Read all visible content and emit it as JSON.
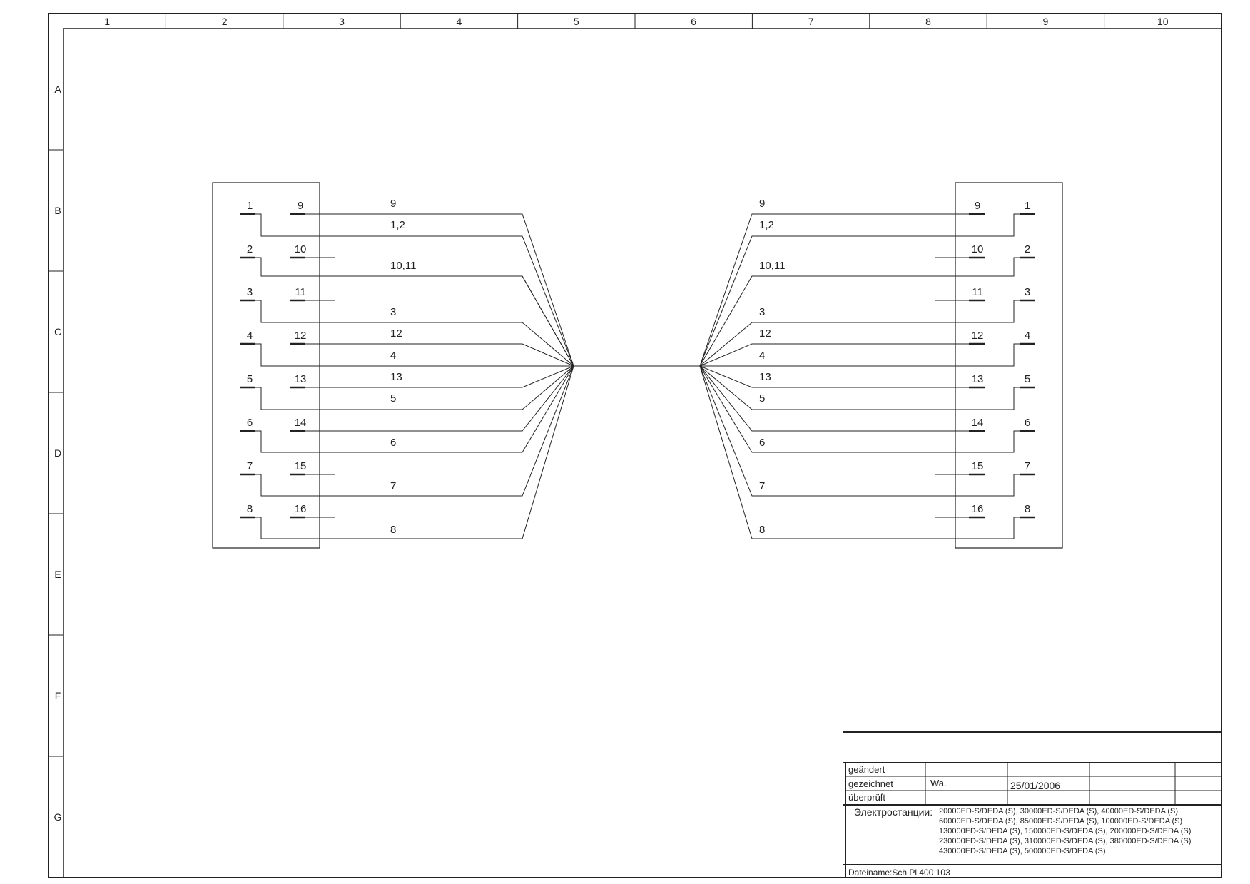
{
  "grid": {
    "columns": [
      "1",
      "2",
      "3",
      "4",
      "5",
      "6",
      "7",
      "8",
      "9",
      "10"
    ],
    "rows": [
      "A",
      "B",
      "C",
      "D",
      "E",
      "F",
      "G"
    ]
  },
  "left_connector": {
    "pairs": [
      [
        "1",
        "9"
      ],
      [
        "2",
        "10"
      ],
      [
        "3",
        "11"
      ],
      [
        "4",
        "12"
      ],
      [
        "5",
        "13"
      ],
      [
        "6",
        "14"
      ],
      [
        "7",
        "15"
      ],
      [
        "8",
        "16"
      ]
    ]
  },
  "right_connector": {
    "pairs": [
      [
        "9",
        "1"
      ],
      [
        "10",
        "2"
      ],
      [
        "11",
        "3"
      ],
      [
        "12",
        "4"
      ],
      [
        "13",
        "5"
      ],
      [
        "14",
        "6"
      ],
      [
        "15",
        "7"
      ],
      [
        "16",
        "8"
      ]
    ]
  },
  "wire_labels": [
    "9",
    "1,2",
    "10,11",
    "3",
    "12",
    "4",
    "13",
    "5",
    "6",
    "7",
    "8"
  ],
  "title_block": {
    "rows": [
      {
        "label": "geändert",
        "name": "",
        "date": ""
      },
      {
        "label": "gezeichnet",
        "name": "Wa.",
        "date": "25/01/2006"
      },
      {
        "label": "überprüft",
        "name": "",
        "date": ""
      }
    ],
    "stations_label": "Электростанции:",
    "stations": [
      "20000ED-S/DEDA (S), 30000ED-S/DEDA (S), 40000ED-S/DEDA (S)",
      "60000ED-S/DEDA (S), 85000ED-S/DEDA (S), 100000ED-S/DEDA (S)",
      "130000ED-S/DEDA (S), 150000ED-S/DEDA (S), 200000ED-S/DEDA (S)",
      "230000ED-S/DEDA (S), 310000ED-S/DEDA (S), 380000ED-S/DEDA (S)",
      "430000ED-S/DEDA (S), 500000ED-S/DEDA (S)"
    ],
    "filename": "Dateiname:Sch Pl 400 103"
  }
}
